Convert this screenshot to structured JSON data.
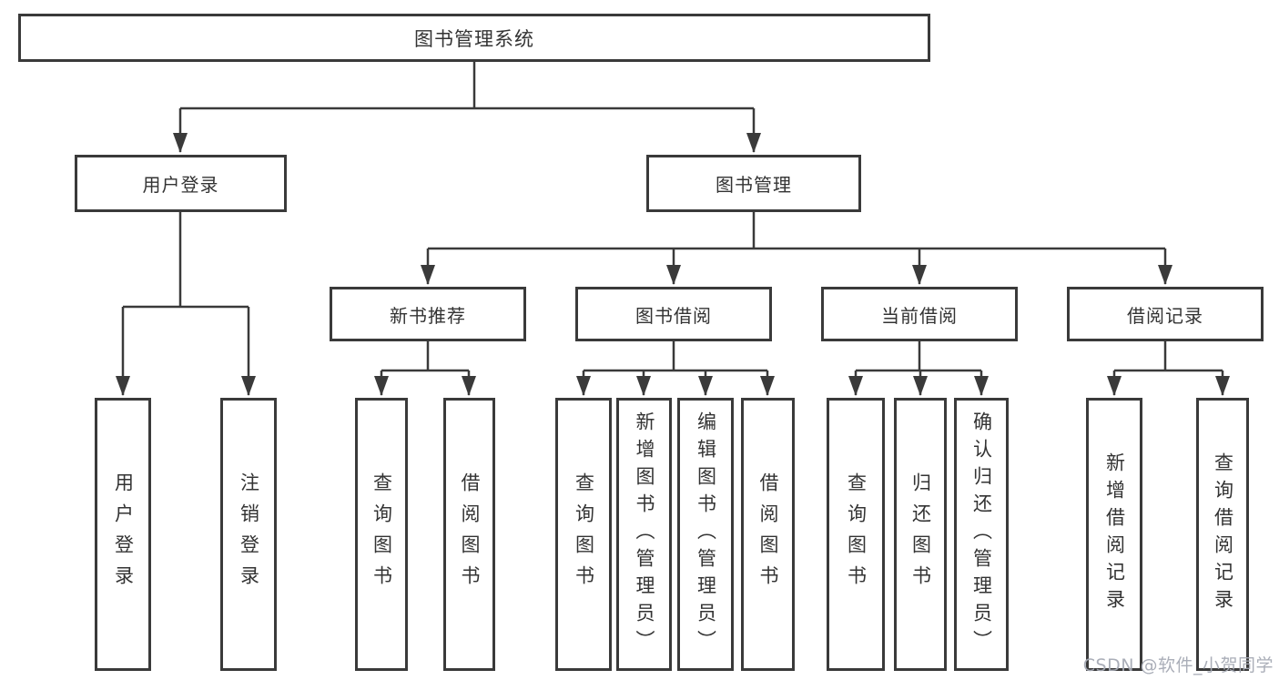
{
  "tree": {
    "label": "图书管理系统",
    "children": [
      {
        "label": "用户登录",
        "children": [
          {
            "label": "用户登录"
          },
          {
            "label": "注销登录"
          }
        ]
      },
      {
        "label": "图书管理",
        "children": [
          {
            "label": "新书推荐",
            "children": [
              {
                "label": "查询图书"
              },
              {
                "label": "借阅图书"
              }
            ]
          },
          {
            "label": "图书借阅",
            "children": [
              {
                "label": "查询图书"
              },
              {
                "label": "新增图书（管理员）"
              },
              {
                "label": "编辑图书（管理员）"
              },
              {
                "label": "借阅图书"
              }
            ]
          },
          {
            "label": "当前借阅",
            "children": [
              {
                "label": "查询图书"
              },
              {
                "label": "归还图书"
              },
              {
                "label": "确认归还（管理员）"
              }
            ]
          },
          {
            "label": "借阅记录",
            "children": [
              {
                "label": "新增借阅记录"
              },
              {
                "label": "查询借阅记录"
              }
            ]
          }
        ]
      }
    ]
  },
  "watermark": {
    "text": "CSDN @软件_小贺同学"
  },
  "colors": {
    "line": "#3a3a3a",
    "box_border": "#3a3a3a",
    "text": "#333333",
    "background": "#ffffff",
    "watermark": "#a5aab4"
  }
}
